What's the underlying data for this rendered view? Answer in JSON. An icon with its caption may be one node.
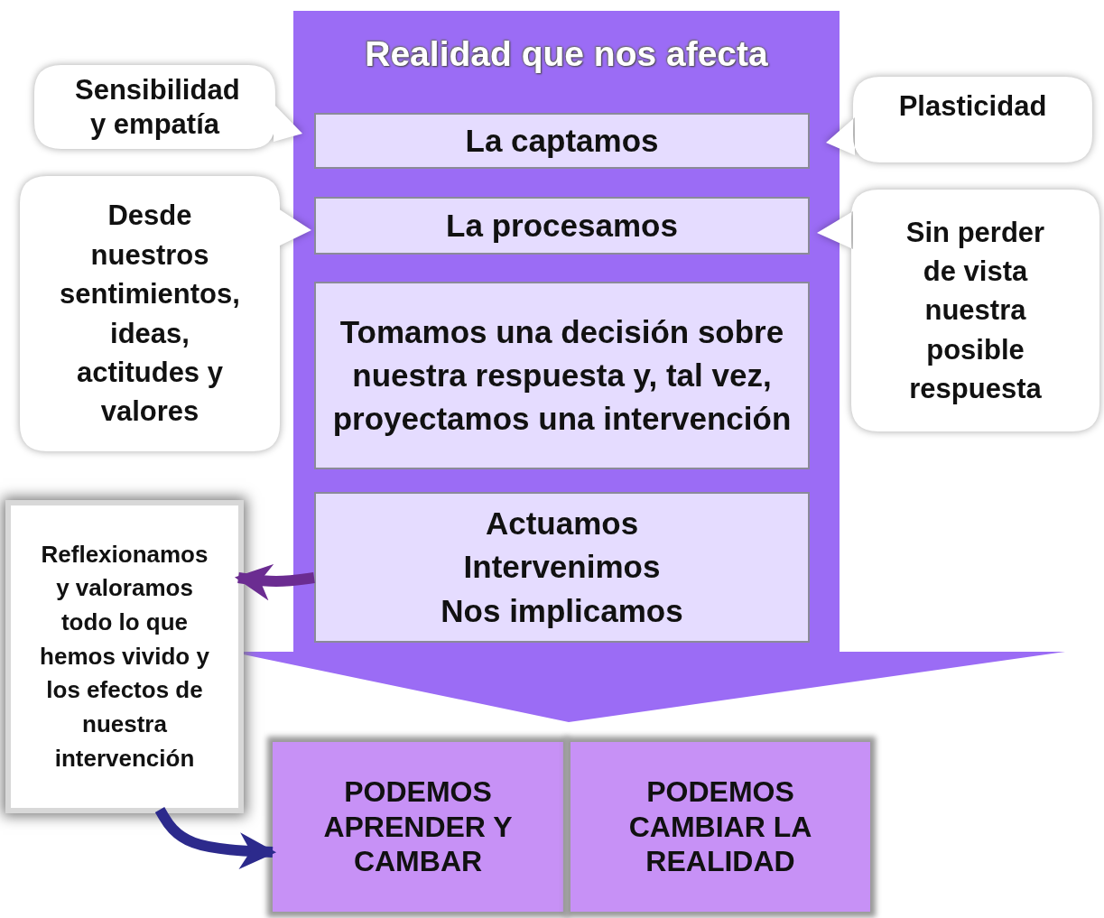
{
  "diagram": {
    "nodes": [
      {
        "text": [
          "Realidad que nos afecta"
        ]
      },
      {
        "text": [
          "La captamos"
        ],
        "in": 0
      },
      {
        "text": [
          "La procesamos"
        ],
        "in": 0
      },
      {
        "text": [
          "Tomamos una decisión sobre nuestra respuesta y, tal vez, proyectamos una intervención"
        ],
        "in": 0
      },
      {
        "text": [
          "Actuamos",
          "Intervenimos",
          "Nos implicamos"
        ],
        "in": 0
      },
      {
        "text": [
          "Sensibilidad y empatía"
        ]
      },
      {
        "text": [
          "Plasticidad"
        ]
      },
      {
        "text": [
          "Desde nuestros sentimientos, ideas, actitudes y valores"
        ]
      },
      {
        "text": [
          "Sin perder de vista nuestra posible respuesta"
        ]
      },
      {
        "text": [
          "Reflexionamos y valoramos todo lo que hemos vivido y los efectos de nuestra intervención"
        ]
      },
      {
        "text": [
          "PODEMOS APRENDER Y CAMBAR"
        ]
      },
      {
        "text": [
          "PODEMOS CAMBIAR LA REALIDAD"
        ]
      }
    ],
    "edges": [
      {
        "from": 4,
        "to": 9,
        "arrow": "to",
        "color": "#6b2c91"
      },
      {
        "from": 9,
        "to": 10,
        "arrow": "to",
        "color": "#2c2a8c"
      }
    ]
  }
}
